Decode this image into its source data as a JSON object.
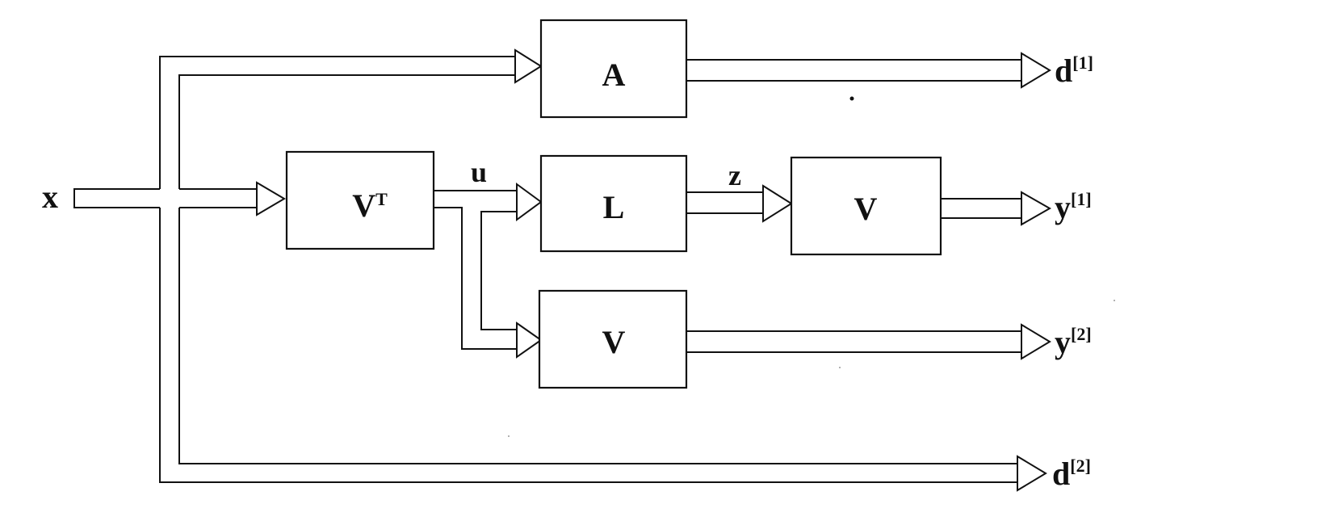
{
  "blocks": {
    "a": "A",
    "vt": "V",
    "vt_sup": "T",
    "l": "L",
    "v_right": "V",
    "v_bottom": "V"
  },
  "signals": {
    "u": "u",
    "z": "z"
  },
  "input": {
    "x": "x"
  },
  "outputs": {
    "d1": "d",
    "d1_sup": "[1]",
    "y1": "y",
    "y1_sup": "[1]",
    "y2": "y",
    "y2_sup": "[2]",
    "d2": "d",
    "d2_sup": "[2]"
  }
}
